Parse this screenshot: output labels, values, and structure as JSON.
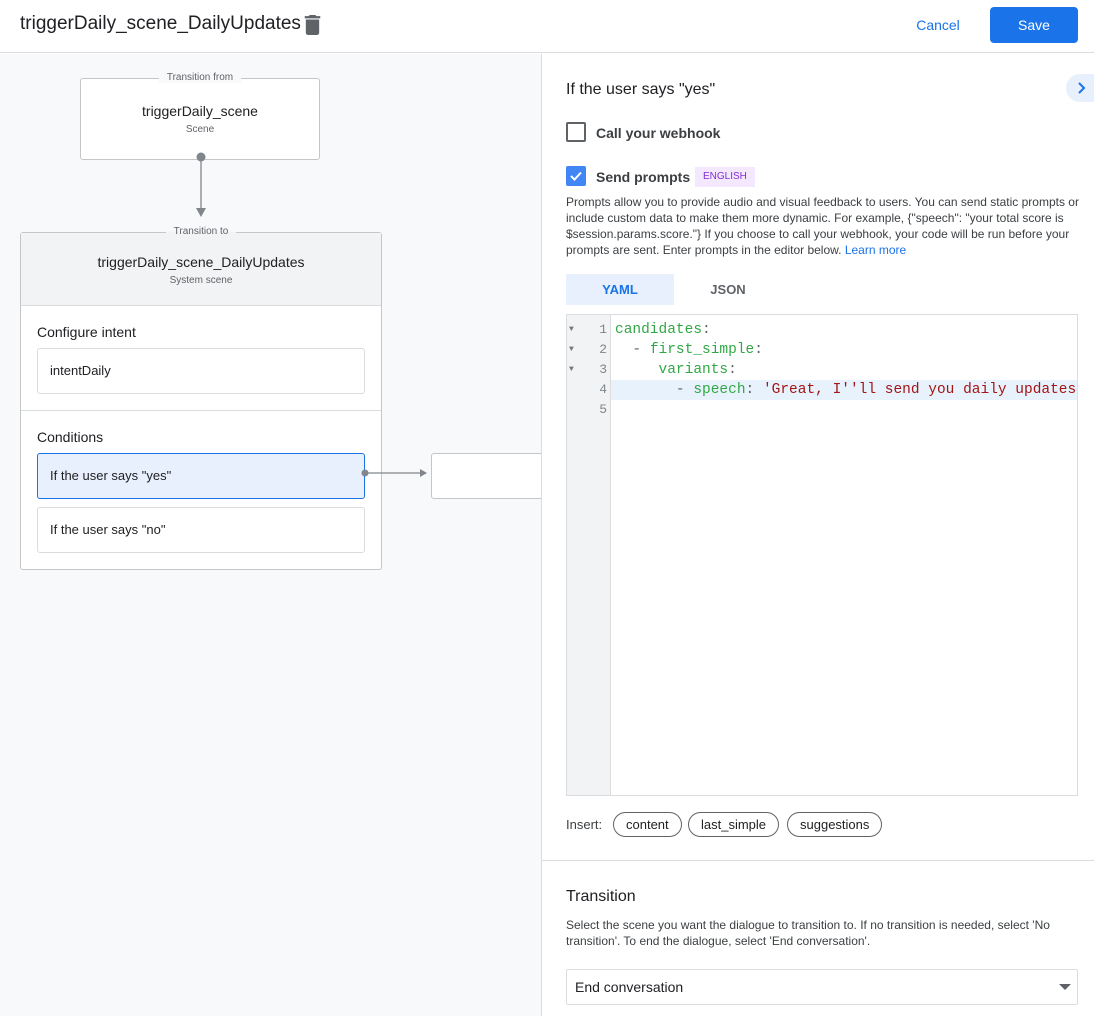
{
  "header": {
    "title": "triggerDaily_scene_DailyUpdates",
    "cancel": "Cancel",
    "save": "Save"
  },
  "canvas": {
    "from": {
      "legend": "Transition from",
      "name": "triggerDaily_scene",
      "type": "Scene"
    },
    "to": {
      "legend": "Transition to",
      "name": "triggerDaily_scene_DailyUpdates",
      "type": "System scene"
    },
    "configure_intent": {
      "label": "Configure intent",
      "intent": "intentDaily"
    },
    "conditions": {
      "label": "Conditions",
      "items": [
        "If the user says \"yes\"",
        "If the user says \"no\""
      ]
    }
  },
  "panel": {
    "heading": "If the user says \"yes\"",
    "webhook_label": "Call your webhook",
    "webhook_checked": false,
    "prompts_label": "Send prompts",
    "prompts_checked": true,
    "language_badge": "ENGLISH",
    "description": "Prompts allow you to provide audio and visual feedback to users. You can send static prompts or include custom data to make them more dynamic. For example, {\"speech\": \"your total score is $session.params.score.\"} If you choose to call your webhook, your code will be run before your prompts are sent. Enter prompts in the editor below.",
    "learn_more": "Learn more",
    "tabs": [
      "YAML",
      "JSON"
    ],
    "active_tab": "YAML",
    "editor": {
      "line_numbers": [
        "1",
        "2",
        "3",
        "4",
        "5"
      ],
      "lines": [
        {
          "indent": "",
          "dash": "",
          "key": "candidates",
          "colon": ":",
          "value": ""
        },
        {
          "indent": "  ",
          "dash": "- ",
          "key": "first_simple",
          "colon": ":",
          "value": ""
        },
        {
          "indent": "     ",
          "dash": "",
          "key": "variants",
          "colon": ":",
          "value": ""
        },
        {
          "indent": "       ",
          "dash": "- ",
          "key": "speech",
          "colon": ": ",
          "value": "'Great, I''ll send you daily updates."
        },
        {
          "indent": "",
          "dash": "",
          "key": "",
          "colon": "",
          "value": ""
        }
      ]
    },
    "insert_label": "Insert:",
    "insert_chips": [
      "content",
      "last_simple",
      "suggestions"
    ],
    "transition": {
      "heading": "Transition",
      "description": "Select the scene you want the dialogue to transition to. If no transition is needed, select 'No transition'. To end the dialogue, select 'End conversation'.",
      "selected": "End conversation"
    }
  },
  "colors": {
    "accent": "#1a73e8",
    "code_key": "#31a845",
    "code_string": "#a31515",
    "badge_bg": "#f3e8fd",
    "badge_text": "#8430ce"
  }
}
